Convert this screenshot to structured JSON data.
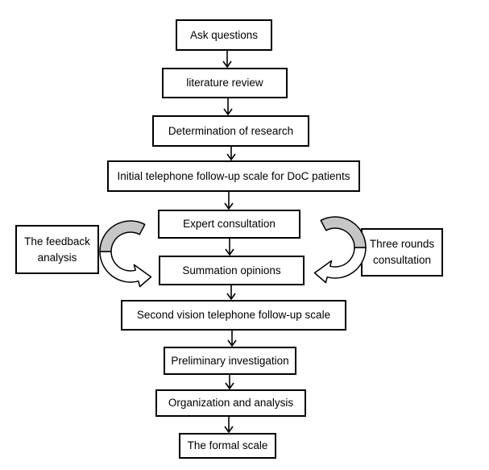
{
  "diagram": {
    "type": "flowchart",
    "colors": {
      "background": "#ffffff",
      "box_fill": "#ffffff",
      "box_border": "#000000",
      "text": "#000000",
      "arrow": "#000000",
      "curved_arrow_band_fill": "#c6c6c6",
      "curved_arrow_head_fill": "#ffffff"
    },
    "flow_nodes": [
      {
        "id": "ask-questions",
        "label": "Ask questions"
      },
      {
        "id": "literature-review",
        "label": "literature review"
      },
      {
        "id": "determination-of-research",
        "label": "Determination of research"
      },
      {
        "id": "initial-telephone-scale",
        "label": "Initial telephone follow-up scale for DoC patients"
      },
      {
        "id": "expert-consultation",
        "label": "Expert consultation"
      },
      {
        "id": "summation-opinions",
        "label": "Summation opinions"
      },
      {
        "id": "second-vision-scale",
        "label": "Second vision telephone follow-up scale"
      },
      {
        "id": "preliminary-investigation",
        "label": "Preliminary investigation"
      },
      {
        "id": "organization-and-analysis",
        "label": "Organization and analysis"
      },
      {
        "id": "the-formal-scale",
        "label": "The formal scale"
      }
    ],
    "side_nodes": {
      "left": {
        "id": "feedback-analysis",
        "label": "The feedback analysis"
      },
      "right": {
        "id": "three-rounds-consultation",
        "label": "Three rounds consultation"
      }
    },
    "edges": [
      [
        "Ask questions",
        "literature review"
      ],
      [
        "literature review",
        "Determination of research"
      ],
      [
        "Determination of research",
        "Initial telephone follow-up scale for DoC patients"
      ],
      [
        "Initial telephone follow-up scale for DoC patients",
        "Expert consultation"
      ],
      [
        "Expert consultation",
        "Summation opinions"
      ],
      [
        "Summation opinions",
        "Second vision telephone follow-up scale"
      ],
      [
        "Second vision telephone follow-up scale",
        "Preliminary investigation"
      ],
      [
        "Preliminary investigation",
        "Organization and analysis"
      ],
      [
        "Organization and analysis",
        "The formal scale"
      ]
    ],
    "loop_arrows": [
      {
        "side": "left",
        "meaning": "feedback loop between Expert consultation and Summation opinions"
      },
      {
        "side": "right",
        "meaning": "iteration loop between Expert consultation and Summation opinions"
      }
    ]
  }
}
